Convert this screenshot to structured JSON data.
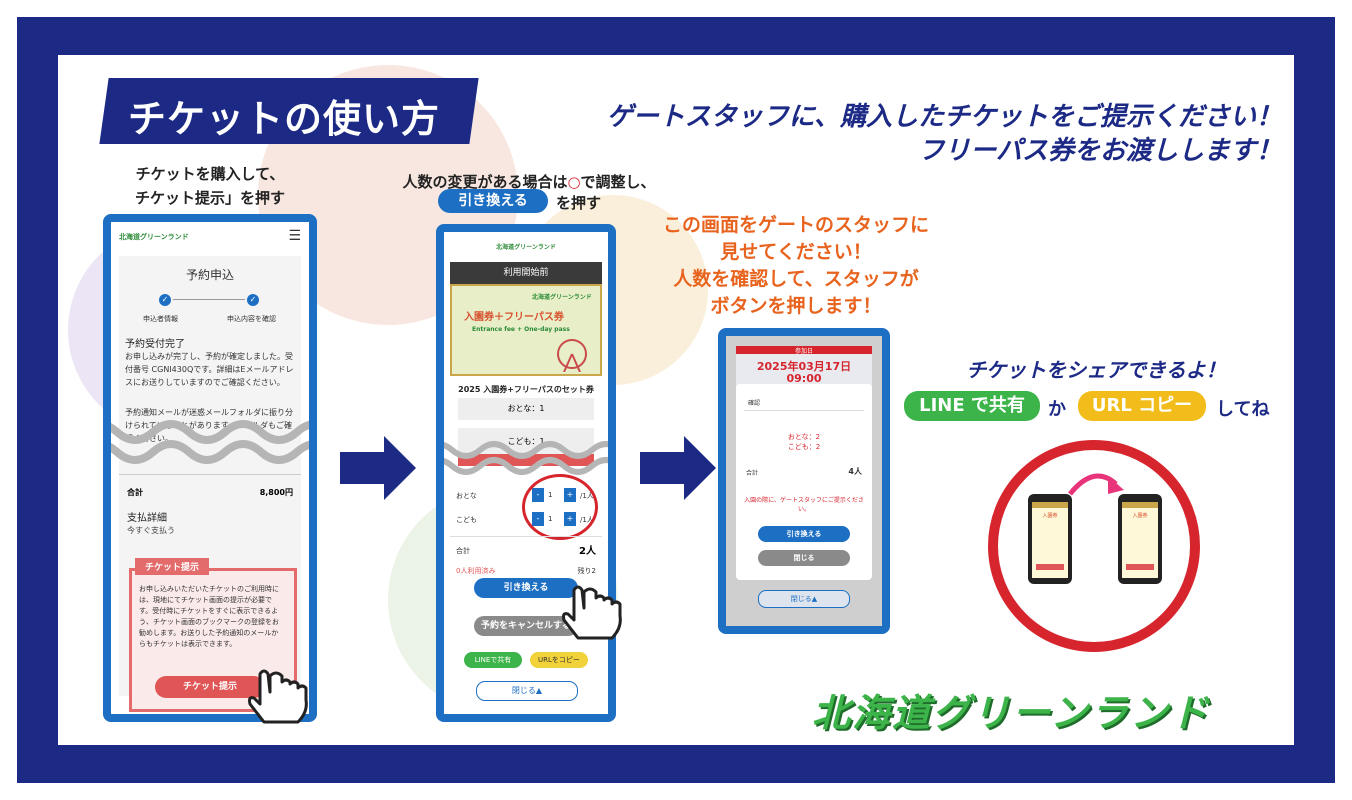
{
  "colors": {
    "navy": "#1c2a86",
    "blue": "#1d6fc4",
    "orange": "#e8641e",
    "red": "#d7252e",
    "green": "#3cb44a",
    "yellow": "#f2bd1a",
    "gray": "#8a8a8a"
  },
  "title": "チケットの使い方",
  "headline": {
    "line1": "ゲートスタッフに、購入したチケットをご提示ください！",
    "line2": "フリーパス券をお渡しします！"
  },
  "step1": {
    "caption1": "チケットを購入して、",
    "caption2": "チケット提示」を押す",
    "header_logo": "北海道グリーンランド",
    "menu_icon": "hamburger-icon",
    "section_title": "予約申込",
    "step_a": "申込者情報",
    "step_b": "申込内容を確認",
    "done_title": "予約受付完了",
    "body": "お申し込みが完了し、予約が確定しました。受付番号 CGNI430Qです。詳細はEメールアドレスにお送りしていますのでご確認ください。",
    "body2": "予約通知メールが迷惑メールフォルダに振り分けられていることがあります。フォルダもご確認ください。",
    "total_label": "合計",
    "total_value": "8,800円",
    "payment_title": "支払詳細",
    "payment_value": "今すぐ支払う",
    "ticket_box_title": "チケット提示",
    "ticket_box_body": "お申し込みいただいたチケットのご利用時には、現地にてチケット画面の提示が必要です。受付時にチケットをすぐに表示できるよう、チケット画面のブックマークの登録をお勧めします。お送りした予約通知のメールからもチケットは表示できます。",
    "ticket_button": "チケット提示"
  },
  "step2": {
    "caption1": "人数の変更がある場合は",
    "caption1_circle": "○",
    "caption1_end": "で調整し、",
    "caption2_btn": "引き換える",
    "caption2_end": "を押す",
    "header_logo": "北海道グリーンランド",
    "status_bar": "利用開始前",
    "ticket_image_title": "入園券＋フリーパス券",
    "ticket_image_sub": "Entrance fee + One-day pass",
    "ticket_image_logo": "北海道グリーンランド",
    "ticket_name": "2025 入園券+フリーパスのセット券",
    "adult": "おとな：1",
    "child": "こども：1",
    "row_adult": "おとな",
    "row_child": "こども",
    "minus": "-",
    "plus": "+",
    "qty_adult": "1",
    "qty_child": "1",
    "max_adult": "/1人",
    "max_child": "/1人",
    "total_label": "合計",
    "total_value": "2人",
    "used": "0人利用済み",
    "remain": "残り2",
    "redeem_button": "引き換える",
    "cancel_button": "予約をキャンセルする",
    "line_button": "LINEで共有",
    "url_button": "URLをコピー",
    "close_button": "閉じる▲"
  },
  "step3": {
    "caption_lines": [
      "この画面をゲートのスタッフに",
      "見せてください！",
      "人数を確認して、スタッフが",
      "ボタンを押します！"
    ],
    "date_label": "参加日",
    "date_value": "2025年03月17日",
    "time_value": "09:00",
    "modal_title": "確認",
    "adult": "おとな：2",
    "child": "こども：2",
    "total_label": "合計",
    "total_value": "4人",
    "notice": "入園の際に、ゲートスタッフにご提示ください。",
    "redeem_button": "引き換える",
    "close_button": "閉じる",
    "bottom_close": "閉じる▲"
  },
  "share": {
    "title": "チケットをシェアできるよ！",
    "line_pill": "LINE で共有",
    "mid": "か",
    "url_pill": "URL コピー",
    "end": "してね",
    "phone_ticket_label": "入園券"
  },
  "brand_logo": "北海道グリーンランド"
}
